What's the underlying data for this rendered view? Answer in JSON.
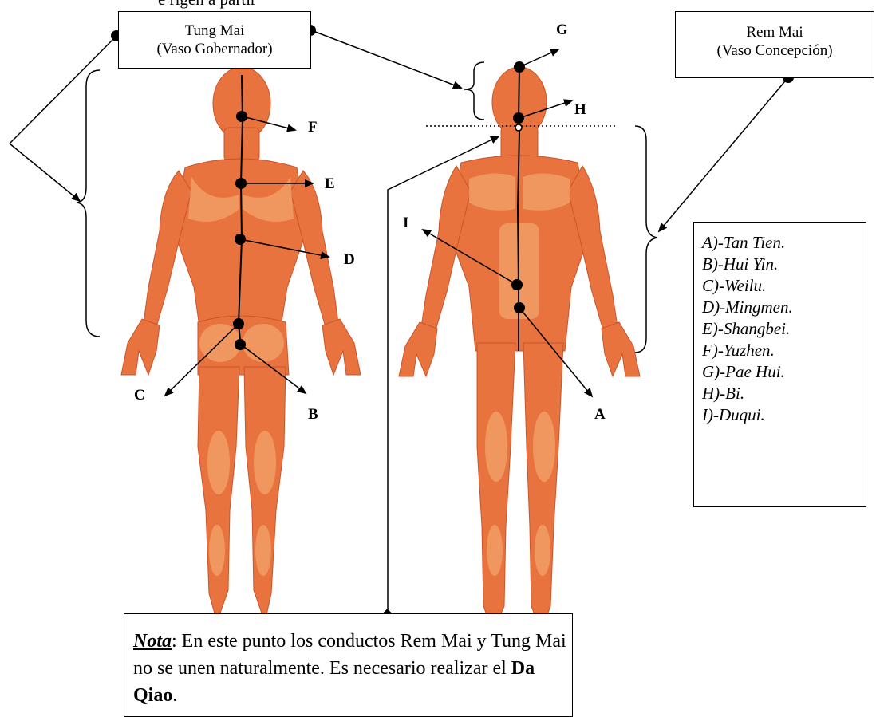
{
  "top_fragment": "e rigen a partir",
  "boxes": {
    "tung_mai": {
      "line1": "Tung Mai",
      "line2": "(Vaso Gobernador)"
    },
    "rem_mai": {
      "line1": "Rem Mai",
      "line2": "(Vaso Concepción)"
    }
  },
  "legend": [
    "A)-Tan Tien.",
    "B)-Hui Yin.",
    "C)-Weilu.",
    "D)-Mingmen.",
    "E)-Shangbei.",
    "F)-Yuzhen.",
    "G)-Pae Hui.",
    "H)-Bi.",
    "I)-Duqui."
  ],
  "point_labels": {
    "A": "A",
    "B": "B",
    "C": "C",
    "D": "D",
    "E": "E",
    "F": "F",
    "G": "G",
    "H": "H",
    "I": "I"
  },
  "note": {
    "label": "Nota",
    "text_part1": ": En este punto los conductos Rem Mai y Tung Mai no se unen naturalmente. Es necesario realizar el ",
    "emphasis": "Da Qiao",
    "text_part2": "."
  },
  "colors": {
    "skin": "#e8733f",
    "skin_light": "#f3a36c",
    "skin_dark": "#c9552a",
    "line": "#000000"
  }
}
